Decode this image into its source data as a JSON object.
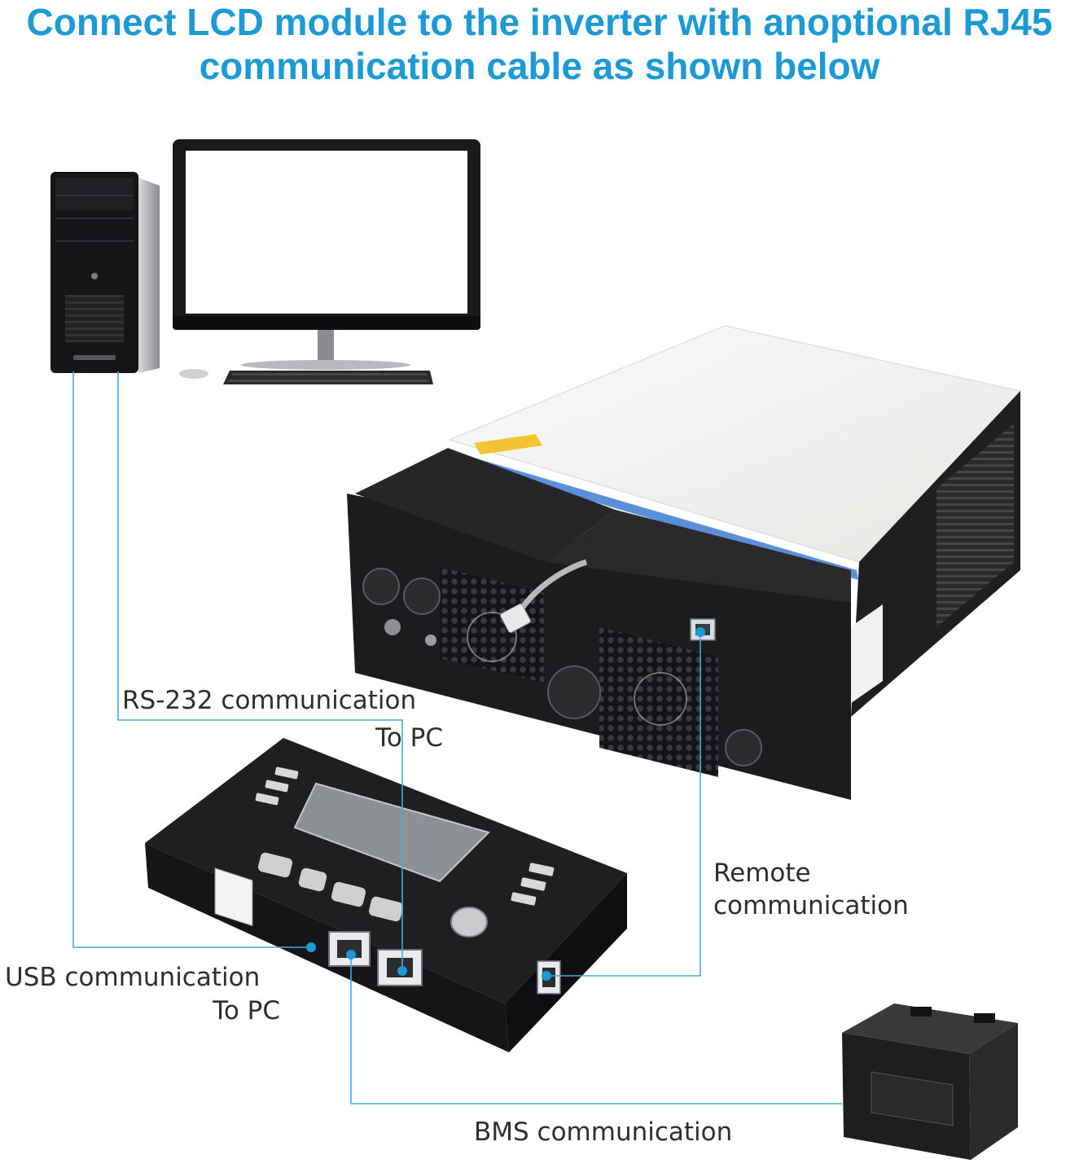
{
  "title": {
    "line1": "Connect LCD module to the inverter with anoptional RJ45",
    "line2": "communication cable as shown below"
  },
  "labels": {
    "rs232_line1": "RS-232 communication",
    "rs232_line2": "To PC",
    "remote_line1": "Remote",
    "remote_line2": "communication",
    "usb_line1": "USB communication",
    "usb_line2": "To PC",
    "bms": "BMS communication"
  },
  "colors": {
    "accent": "#1c9ad6",
    "wire": "#4aa8dc",
    "device_black": "#1c1c1e",
    "panel_white": "#f2f2f0"
  }
}
